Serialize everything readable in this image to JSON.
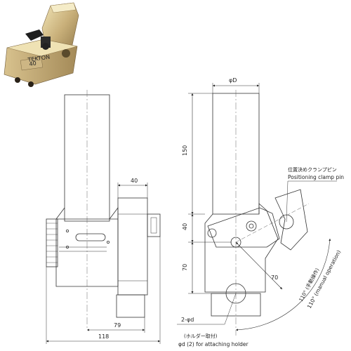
{
  "photo": {
    "engraving": [
      "TEKTON",
      "40"
    ]
  },
  "front_view": {
    "dim_40": "40",
    "dim_79": "79",
    "dim_118": "118"
  },
  "side_view": {
    "dim_phiD": "φD",
    "dim_150": "150",
    "dim_40": "40",
    "dim_70_vertical": "70",
    "dim_70_horizontal": "70",
    "label_pin_jp": "位置決めクランプピン",
    "label_pin_en": "Positioning clamp pin",
    "label_hole_count": "2-φd",
    "label_hole_jp": "(ホルダー取付)",
    "label_hole_en": "φd (2) for attaching holder",
    "angle_jp": "110° (手動操作)",
    "angle_en": "110° (manual operation)"
  }
}
